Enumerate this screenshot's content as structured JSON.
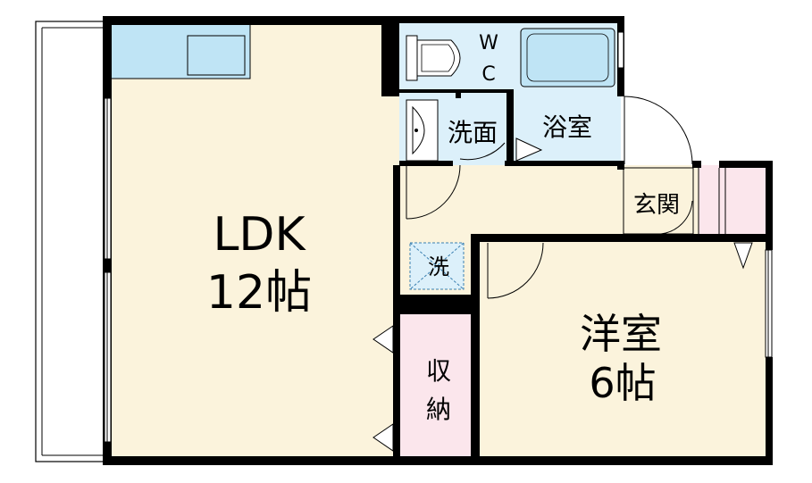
{
  "rooms": {
    "ldk": {
      "name": "LDK",
      "size": "12帖"
    },
    "western": {
      "name": "洋室",
      "size": "6帖"
    },
    "wc": {
      "line1": "W",
      "line2": "C"
    },
    "washroom": {
      "name": "洗面"
    },
    "bath": {
      "name": "浴室"
    },
    "entrance": {
      "name": "玄関"
    },
    "laundry": {
      "name": "洗"
    },
    "storage": {
      "line1": "収",
      "line2": "納"
    }
  },
  "colors": {
    "wall": "#000000",
    "living_floor": "#fbf3dc",
    "wet_area": "#dcf0fa",
    "storage": "#fbe6ec",
    "kitchen_counter": "#bfe4f5"
  }
}
